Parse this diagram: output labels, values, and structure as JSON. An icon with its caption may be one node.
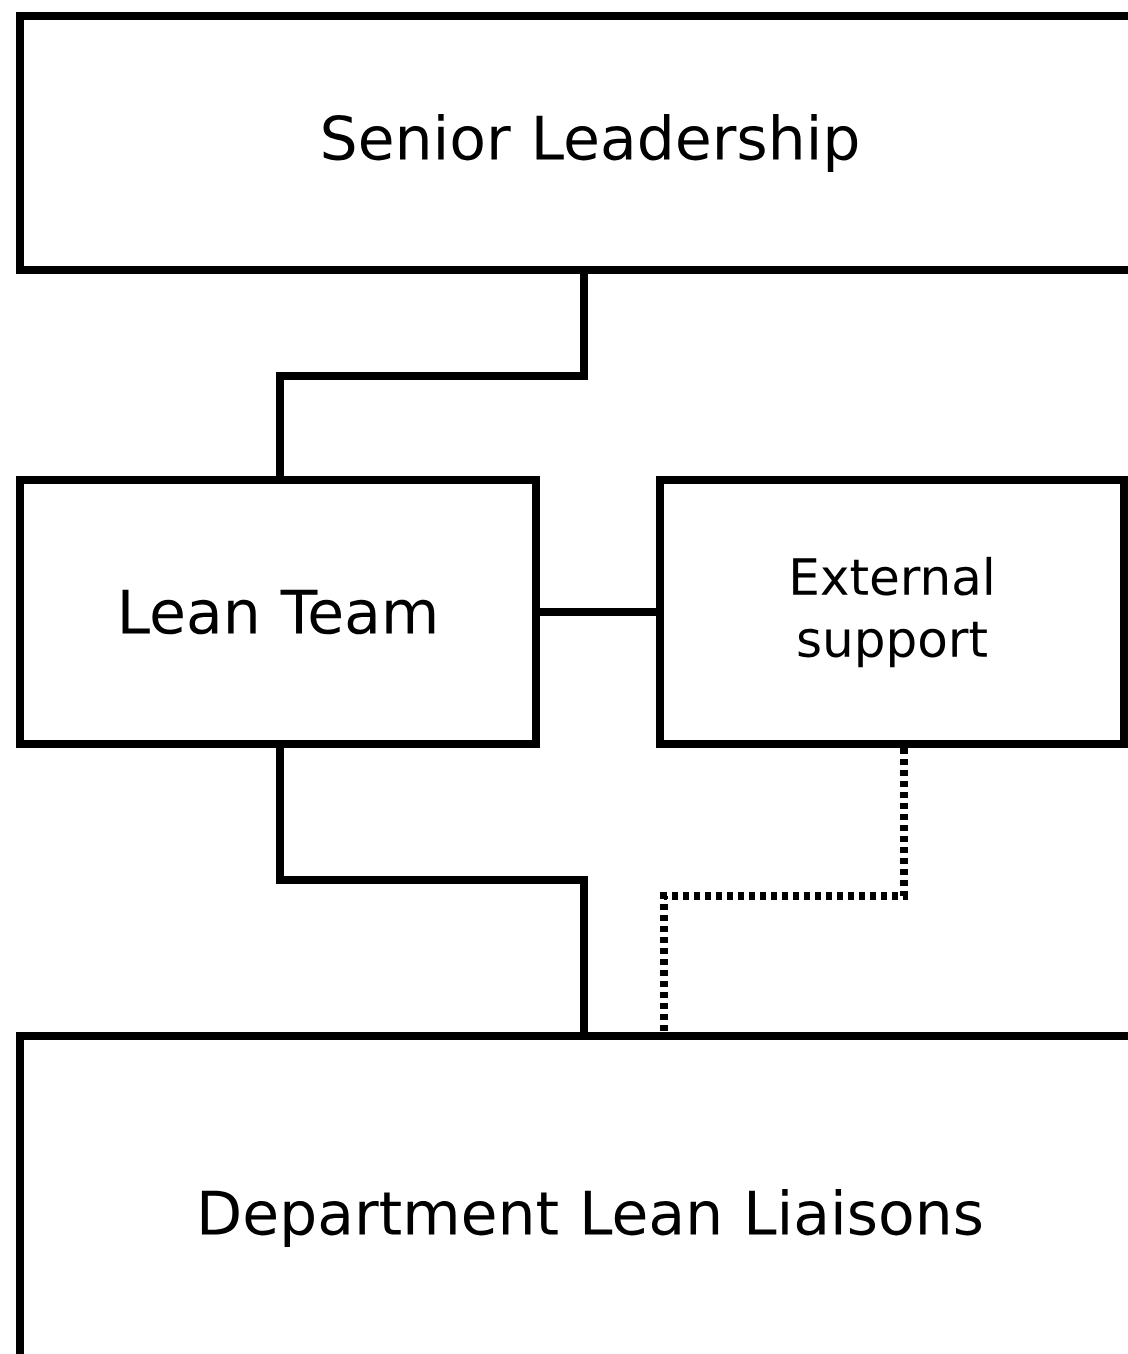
{
  "diagram": {
    "nodes": [
      {
        "text": [
          "Senior Leadership"
        ]
      },
      {
        "text": [
          "Lean Team"
        ]
      },
      {
        "text": [
          "External support"
        ]
      },
      {
        "text": [
          "Department Lean Liaisons"
        ]
      }
    ],
    "edges": [
      {
        "from": 0,
        "to": 1,
        "arrow": "none"
      },
      {
        "from": 1,
        "to": 2,
        "arrow": "none"
      },
      {
        "from": 1,
        "to": 3,
        "arrow": "none"
      },
      {
        "from": 2,
        "to": 3,
        "arrow": "none",
        "style": "dashed"
      }
    ]
  }
}
